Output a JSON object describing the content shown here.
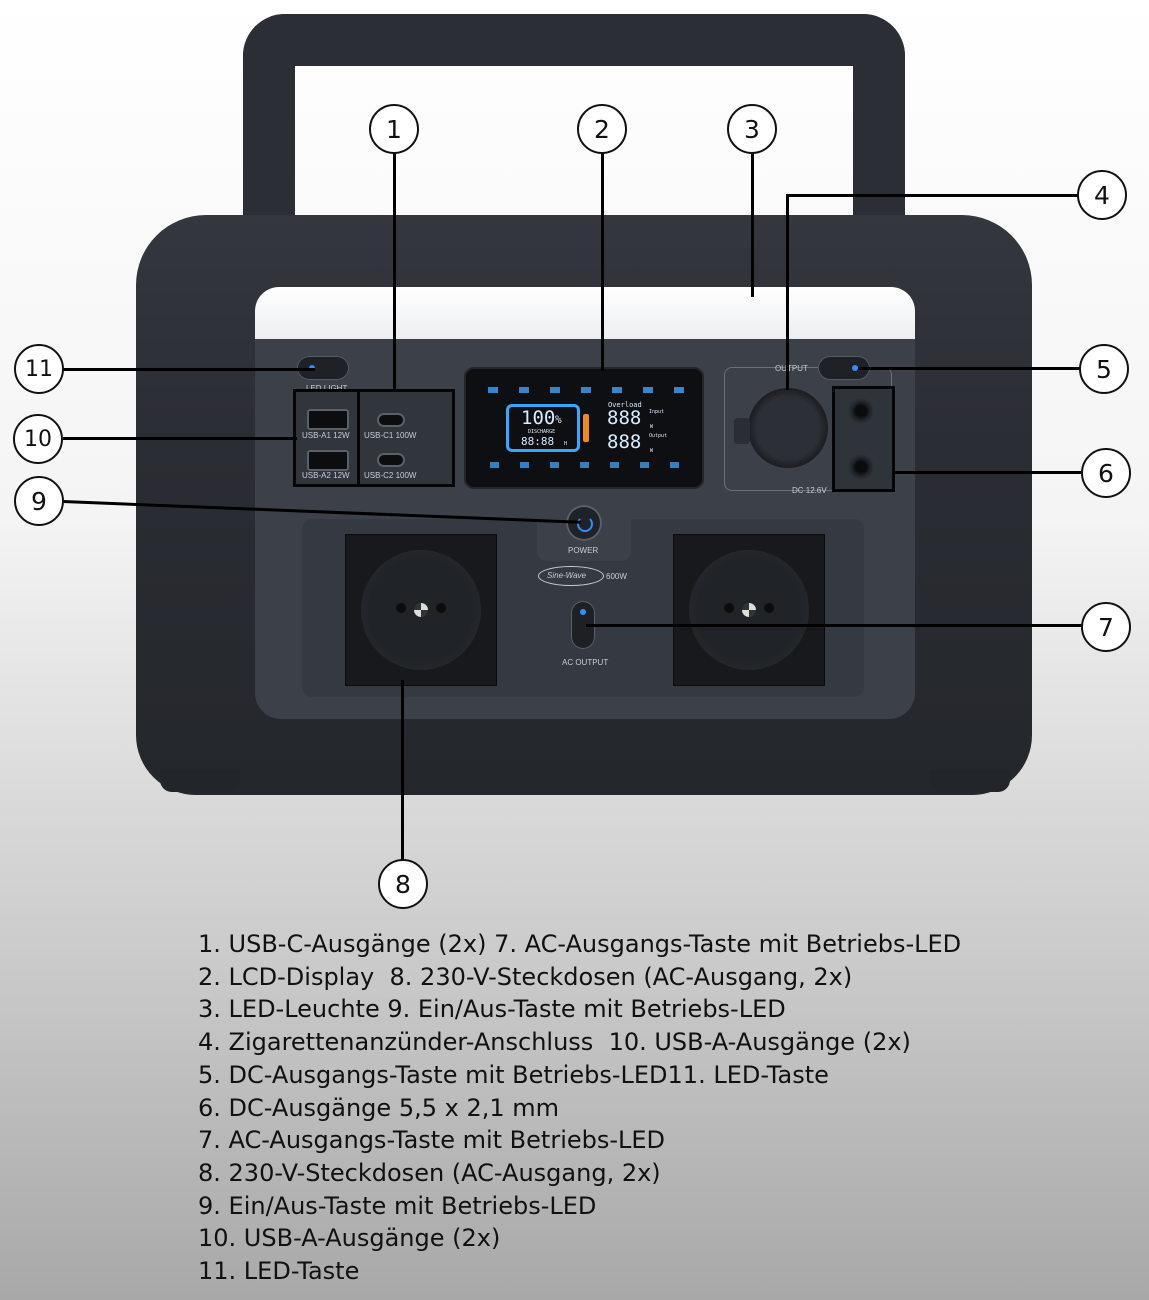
{
  "callouts": [
    "1",
    "2",
    "3",
    "4",
    "5",
    "6",
    "7",
    "8",
    "9",
    "10",
    "11"
  ],
  "device": {
    "led_light_label": "LED LIGHT",
    "usb_a1_label": "USB-A1 12W",
    "usb_a2_label": "USB-A2 12W",
    "usb_c1_label": "USB-C1 100W",
    "usb_c2_label": "USB-C2 100W",
    "output_label": "OUTPUT",
    "dc_label": "DC 12.6V",
    "power_label": "POWER",
    "sinewave_label": "Sine-Wave",
    "watt_label": "600W",
    "ac_output_label": "AC OUTPUT",
    "lcd": {
      "percent": "100",
      "percent_sign": "%",
      "discharge_label": "DISCHARGE",
      "time": "88:88",
      "time_unit": "H",
      "overload_label": "Overload",
      "input_value": "888",
      "input_label": "Input",
      "input_unit": "W",
      "output_value": "888",
      "output_label": "Output",
      "output_unit": "W"
    },
    "colors": {
      "body": "#2a2d33",
      "panel": "#3a3f48",
      "led_blue": "#2f8fff",
      "lcd_blue": "#3aa6ff",
      "battery_orange": "#f08a1e"
    }
  },
  "legend": [
    "1. USB-C-Ausgänge (2x) 7. AC-Ausgangs-Taste mit Betriebs-LED",
    "2. LCD-Display  8. 230-V-Steckdosen (AC-Ausgang, 2x)",
    "3. LED-Leuchte 9. Ein/Aus-Taste mit Betriebs-LED",
    "4. Zigarettenanzünder-Anschluss  10. USB-A-Ausgänge (2x)",
    "5. DC-Ausgangs-Taste mit Betriebs-LED11. LED-Taste",
    "6. DC-Ausgänge 5,5 x 2,1 mm",
    "7. AC-Ausgangs-Taste mit Betriebs-LED",
    "8. 230-V-Steckdosen (AC-Ausgang, 2x)",
    "9. Ein/Aus-Taste mit Betriebs-LED",
    "10. USB-A-Ausgänge (2x)",
    "11. LED-Taste"
  ]
}
